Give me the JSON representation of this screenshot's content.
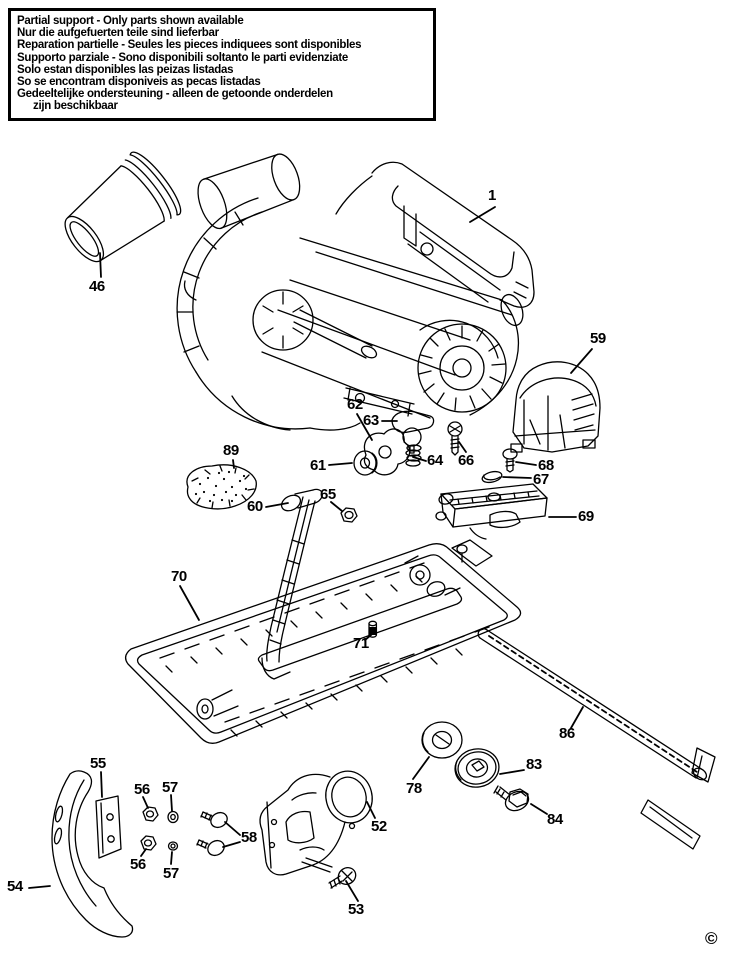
{
  "notice": {
    "lines": [
      "Partial support - Only parts shown available",
      "Nur die aufgefuerten teile sind lieferbar",
      "Reparation partielle - Seules les pieces indiquees sont disponibles",
      "Supporto parziale - Sono disponibili soltanto le parti evidenziate",
      "Solo estan disponibles las peizas listadas",
      "So se encontram disponiveis as pecas listadas",
      "Gedeeltelijke ondersteuning - alleen de getoonde onderdelen",
      "zijn beschikbaar"
    ]
  },
  "labels": [
    {
      "num": "1"
    },
    {
      "num": "46"
    },
    {
      "num": "59"
    },
    {
      "num": "62"
    },
    {
      "num": "63"
    },
    {
      "num": "61"
    },
    {
      "num": "64"
    },
    {
      "num": "66"
    },
    {
      "num": "68"
    },
    {
      "num": "67"
    },
    {
      "num": "89"
    },
    {
      "num": "60"
    },
    {
      "num": "65"
    },
    {
      "num": "69"
    },
    {
      "num": "70"
    },
    {
      "num": "71"
    },
    {
      "num": "86"
    },
    {
      "num": "78"
    },
    {
      "num": "83"
    },
    {
      "num": "84"
    },
    {
      "num": "55"
    },
    {
      "num": "56"
    },
    {
      "num": "57"
    },
    {
      "num": "58"
    },
    {
      "num": "52"
    },
    {
      "num": "56"
    },
    {
      "num": "57"
    },
    {
      "num": "54"
    },
    {
      "num": "53"
    }
  ],
  "footer": {
    "copyright_symbol": "©"
  },
  "colors": {
    "ink": "#000000",
    "background": "#ffffff"
  }
}
